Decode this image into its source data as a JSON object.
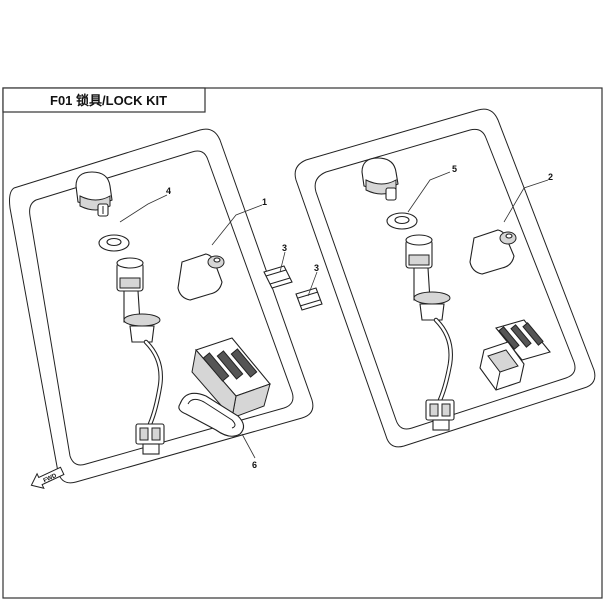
{
  "title": "F01 锁具/LOCK KIT",
  "fwd_label": "FWD",
  "callouts": [
    "1",
    "2",
    "3",
    "3",
    "4",
    "5",
    "6"
  ]
}
